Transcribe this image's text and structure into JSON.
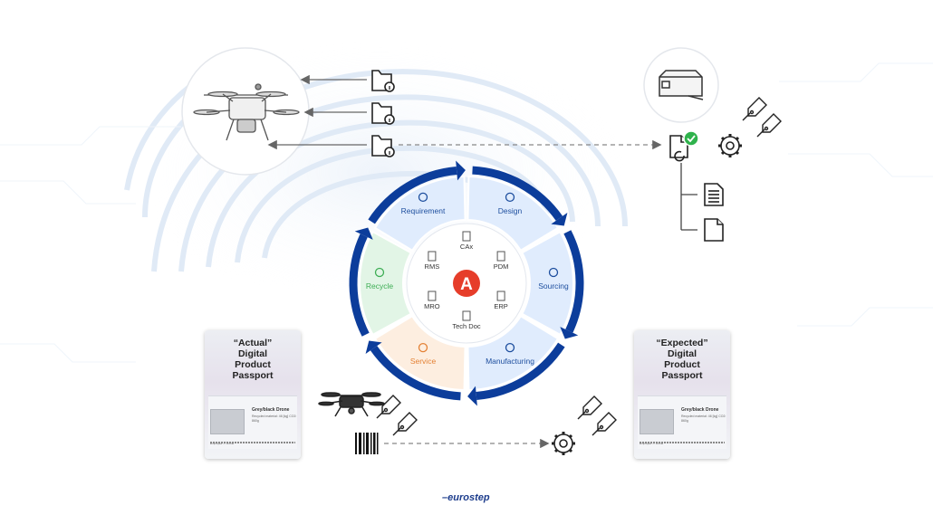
{
  "lifecycle": {
    "segments": [
      {
        "key": "design",
        "label": "Design",
        "color": "#e0ecfd",
        "text_color": "#1d4e9e"
      },
      {
        "key": "sourcing",
        "label": "Sourcing",
        "color": "#e0ecfd",
        "text_color": "#1d4e9e"
      },
      {
        "key": "manufacturing",
        "label": "Manufacturing",
        "color": "#e0ecfd",
        "text_color": "#1d4e9e"
      },
      {
        "key": "service",
        "label": "Service",
        "color": "#fdeee0",
        "text_color": "#e48236"
      },
      {
        "key": "recycle",
        "label": "Recycle",
        "color": "#e2f5e6",
        "text_color": "#3eae55"
      },
      {
        "key": "requirement",
        "label": "Requirement",
        "color": "#e0ecfd",
        "text_color": "#1d4e9e"
      }
    ],
    "arrow_color": "#0c3d9b",
    "hub": {
      "systems": [
        {
          "label": "CAx",
          "icon": "monitor-icon"
        },
        {
          "label": "PDM",
          "icon": "document-icon"
        },
        {
          "label": "ERP",
          "icon": "document-icon"
        },
        {
          "label": "Tech Doc",
          "icon": "document-icon"
        },
        {
          "label": "MRO",
          "icon": "document-icon"
        },
        {
          "label": "RMS",
          "icon": "document-icon"
        }
      ],
      "logo_letter": "A",
      "logo_color": "#e63d2a"
    }
  },
  "passports": {
    "actual": {
      "title_lines": [
        "“Actual”",
        "Digital",
        "Product",
        "Passport"
      ],
      "product_name": "Grey/black Drone",
      "product_desc": "Recycled material: 46 [kg] CO2: 860g",
      "footer": "Employee — Drone"
    },
    "expected": {
      "title_lines": [
        "“Expected”",
        "Digital",
        "Product",
        "Passport"
      ],
      "product_name": "Grey/black Drone",
      "product_desc": "Recycled material: 46 [kg] CO2: 860g",
      "footer": "Employee — Drone"
    }
  },
  "brand": {
    "name": "eurostep"
  },
  "colors": {
    "line": "#444444",
    "dash": "#888888",
    "check": "#2fb24c"
  }
}
